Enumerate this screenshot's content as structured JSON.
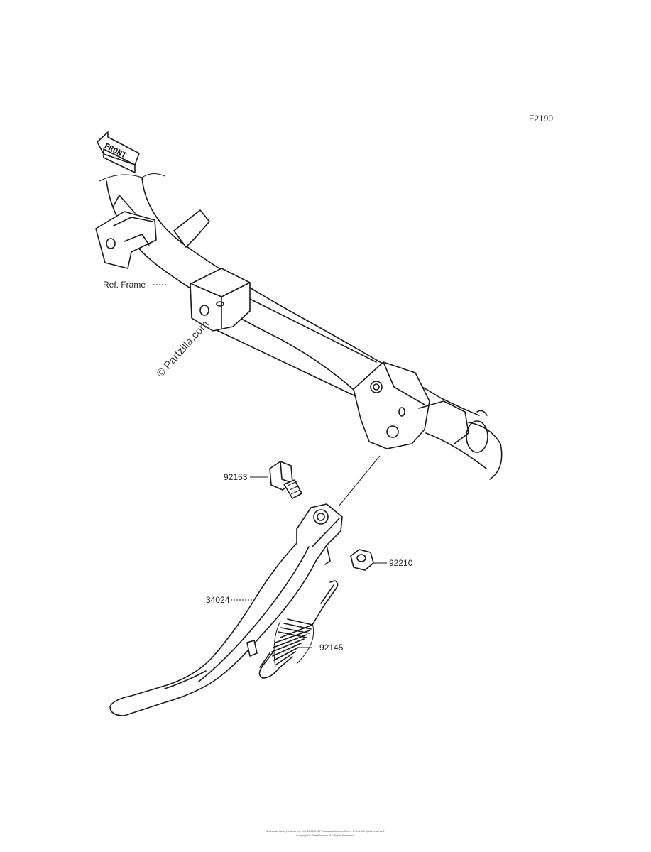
{
  "figure_code": "F2190",
  "front_label": "FRONT",
  "watermark": "© Partzilla.com",
  "parts": {
    "frame_ref": "Ref. Frame",
    "bolt": "92153",
    "nut": "92210",
    "stand": "34024",
    "spring": "92145"
  },
  "footer": {
    "line1": "Kawasaki Heavy Industries, Ltd. 2008-2017 Kawasaki Motors Corp., U.S.A. All rights reserved.",
    "line2": "Copyright © Partzilla.com. All Rights Reserved."
  }
}
